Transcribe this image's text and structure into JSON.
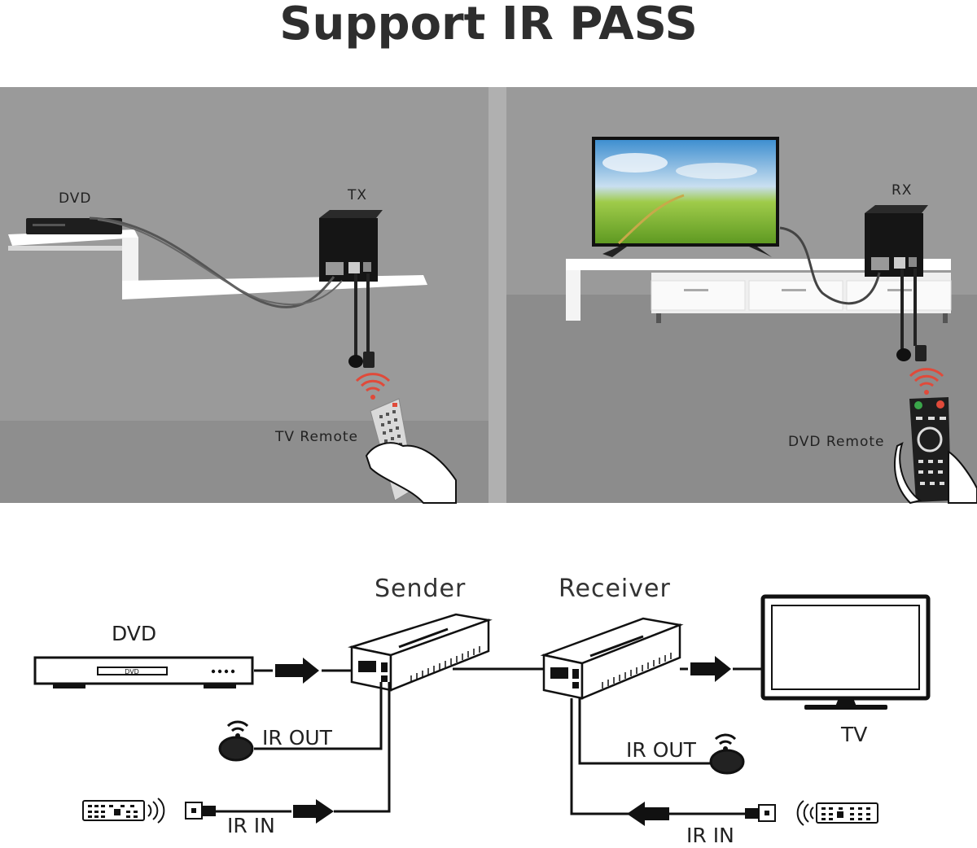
{
  "title": "Support IR PASS",
  "photo": {
    "left": {
      "dvd_label": "DVD",
      "tx_label": "TX",
      "remote_label": "TV Remote"
    },
    "right": {
      "rx_label": "RX",
      "remote_label": "DVD Remote"
    }
  },
  "diagram": {
    "sender_label": "Sender",
    "receiver_label": "Receiver",
    "dvd_label": "DVD",
    "dvd_device_text": "DVD",
    "tv_label": "TV",
    "sender_ir_out": "IR OUT",
    "sender_ir_in": "IR IN",
    "receiver_ir_out": "IR OUT",
    "receiver_ir_in": "IR IN"
  },
  "colors": {
    "wall": "#999999",
    "floor": "#8e8e8e",
    "signal": "#e04a3a"
  }
}
